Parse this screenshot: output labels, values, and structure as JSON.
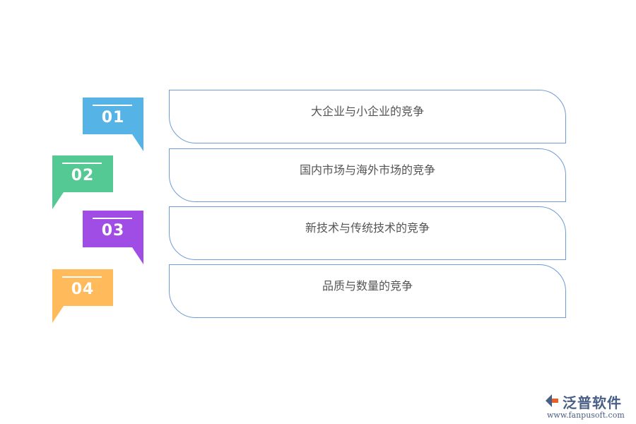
{
  "items": [
    {
      "number": "01",
      "text": "大企业与小企业的竞争",
      "color": "#55b3e6"
    },
    {
      "number": "02",
      "text": "国内市场与海外市场的竞争",
      "color": "#55c994"
    },
    {
      "number": "03",
      "text": "新技术与传统技术的竞争",
      "color": "#a04de6"
    },
    {
      "number": "04",
      "text": "品质与数量的竞争",
      "color": "#ffba5b"
    }
  ],
  "logo": {
    "brand": "泛普软件",
    "url": "www.fanpusoft.com"
  },
  "colors": {
    "border": "#6d9bd8",
    "text": "#555555"
  }
}
